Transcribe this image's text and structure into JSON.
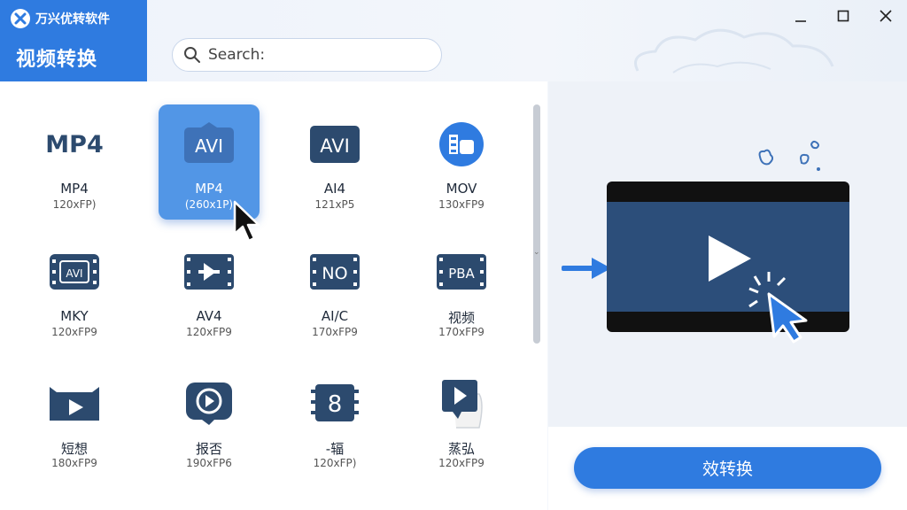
{
  "app": {
    "name": "万兴优转软件",
    "module_title": "视频转换"
  },
  "search": {
    "placeholder": "Search:"
  },
  "window_controls": {
    "minimize": "minimize-icon",
    "maximize": "maximize-icon",
    "close": "close-icon"
  },
  "formats": [
    {
      "label": "MP4",
      "spec": "120xFP)",
      "icon": "mp4-text-icon",
      "selected": false
    },
    {
      "label": "MP4",
      "spec": "(260x1P)",
      "icon": "avi-badge-icon",
      "selected": true
    },
    {
      "label": "AI4",
      "spec": "121xP5",
      "icon": "avi-badge-icon",
      "selected": false
    },
    {
      "label": "MOV",
      "spec": "130xFP9",
      "icon": "mov-circle-icon",
      "selected": false
    },
    {
      "label": "MKY",
      "spec": "120xFP9",
      "icon": "avi-film-icon",
      "selected": false
    },
    {
      "label": "AV4",
      "spec": "120xFP9",
      "icon": "film-play-icon",
      "selected": false
    },
    {
      "label": "AI/C",
      "spec": "170xFP9",
      "icon": "no-film-icon",
      "selected": false
    },
    {
      "label": "视频",
      "spec": "170xFP9",
      "icon": "pba-film-icon",
      "selected": false
    },
    {
      "label": "短想",
      "spec": "180xFP9",
      "icon": "screen-play-icon",
      "selected": false
    },
    {
      "label": "报否",
      "spec": "190xFP6",
      "icon": "circle-play-icon",
      "selected": false
    },
    {
      "label": "-辐",
      "spec": "120xFP)",
      "icon": "film-8-icon",
      "selected": false
    },
    {
      "label": "蒸弘",
      "spec": "120xFP9",
      "icon": "file-play-icon",
      "selected": false
    }
  ],
  "convert_button": {
    "label": "效转换"
  },
  "colors": {
    "primary": "#2f7be0",
    "icon_navy": "#2c4a6e",
    "selected_tile": "#5296e6"
  }
}
